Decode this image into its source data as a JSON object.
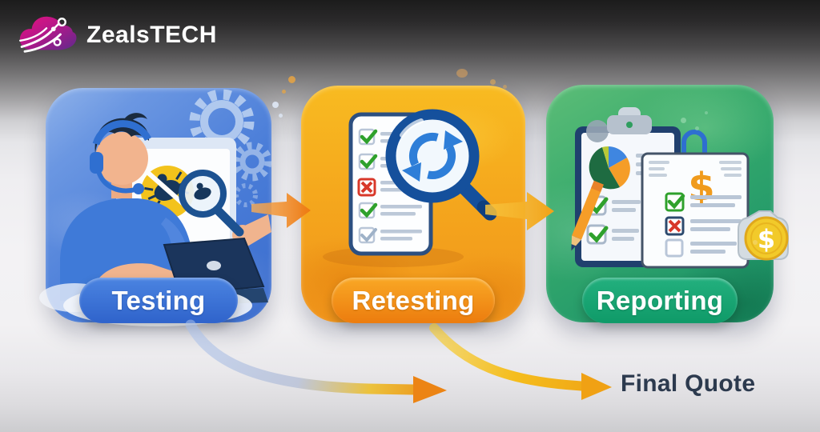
{
  "brand": {
    "name": "ZealsTECH",
    "logo_icon": "cloud-circuit-logo"
  },
  "process": {
    "steps": [
      {
        "label": "Testing",
        "icon": "tester-headset-laptop-bug-magnifier-icon",
        "accent": "#2f63cb",
        "card_colors": [
          "#8fb2ea",
          "#3a6ccd"
        ]
      },
      {
        "label": "Retesting",
        "icon": "checklist-refresh-magnifier-icon",
        "accent": "#ec7c0e",
        "card_colors": [
          "#f8bb21",
          "#f0941b"
        ]
      },
      {
        "label": "Reporting",
        "icon": "clipboard-piechart-invoice-coin-icon",
        "accent": "#0f9a68",
        "card_colors": [
          "#5cbd77",
          "#188a60"
        ]
      }
    ],
    "final_label": "Final Quote",
    "connector_color": "#ee8a15",
    "flow": [
      "Testing",
      "Retesting",
      "Reporting",
      "Final Quote"
    ]
  }
}
